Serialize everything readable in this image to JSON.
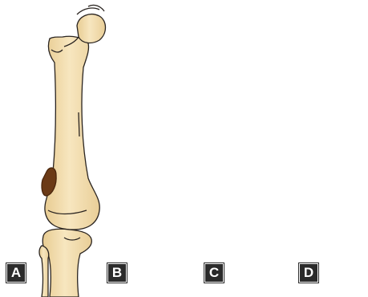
{
  "panels": [
    {
      "label": "A"
    },
    {
      "label": "B"
    },
    {
      "label": "C"
    },
    {
      "label": "D"
    }
  ],
  "colors": {
    "bone_fill": "#f3deb0",
    "bone_shade": "#e6c98c",
    "bone_outline": "#2a2420",
    "lesion": "#6b3a16",
    "background": "#ffffff"
  }
}
